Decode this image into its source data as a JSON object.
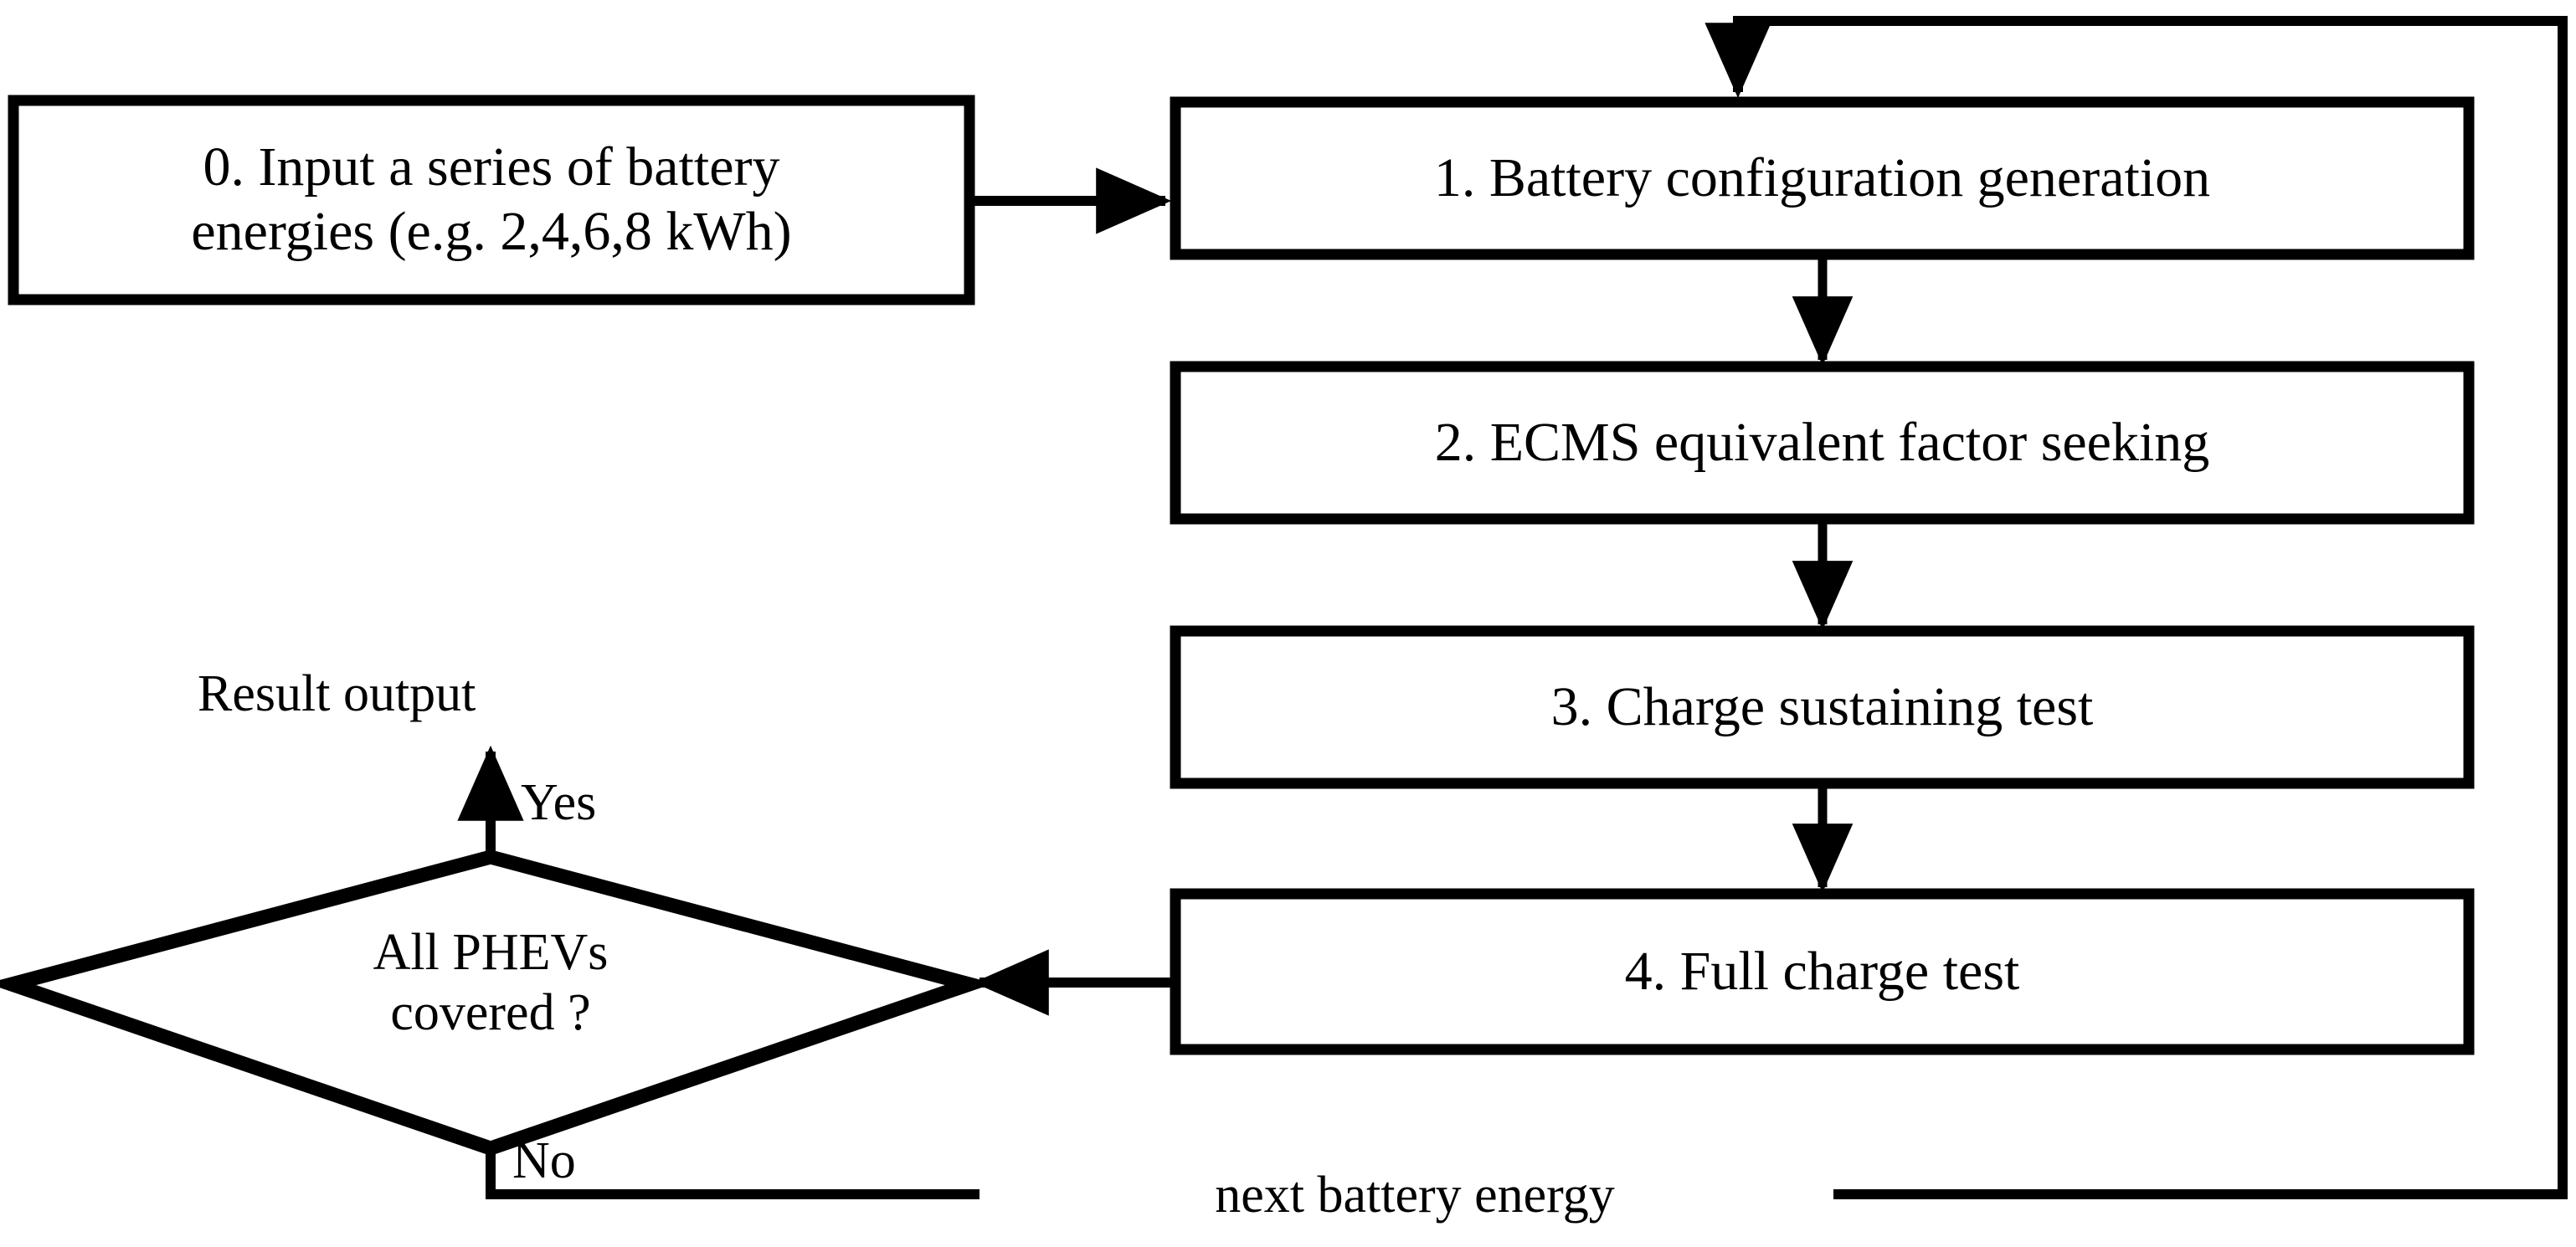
{
  "diagram": {
    "title": "PHEV battery sizing evaluation flowchart",
    "type": "flowchart",
    "line_color": "#000000",
    "background_color": "#ffffff",
    "text_color": "#000000"
  },
  "nodes": {
    "input": {
      "id": "0",
      "shape": "rectangle",
      "label": "0. Input a series of battery\nenergies (e.g. 2,4,6,8 kWh)"
    },
    "step1": {
      "id": "1",
      "shape": "rectangle",
      "label": "1. Battery configuration generation"
    },
    "step2": {
      "id": "2",
      "shape": "rectangle",
      "label": "2. ECMS equivalent factor seeking"
    },
    "step3": {
      "id": "3",
      "shape": "rectangle",
      "label": "3. Charge sustaining test"
    },
    "step4": {
      "id": "4",
      "shape": "rectangle",
      "label": "4. Full charge test"
    },
    "decision": {
      "shape": "diamond",
      "label": "All PHEVs\ncovered ?"
    },
    "output": {
      "shape": "text",
      "label": "Result output"
    }
  },
  "edge_labels": {
    "yes": "Yes",
    "no": "No",
    "loop_back": "next battery energy"
  },
  "edges": [
    {
      "from": "input",
      "to": "step1",
      "label": ""
    },
    {
      "from": "step1",
      "to": "step2",
      "label": ""
    },
    {
      "from": "step2",
      "to": "step3",
      "label": ""
    },
    {
      "from": "step3",
      "to": "step4",
      "label": ""
    },
    {
      "from": "step4",
      "to": "decision",
      "label": ""
    },
    {
      "from": "decision",
      "to": "output",
      "label": "Yes"
    },
    {
      "from": "decision",
      "to": "step1",
      "label": "No / next battery energy"
    }
  ]
}
